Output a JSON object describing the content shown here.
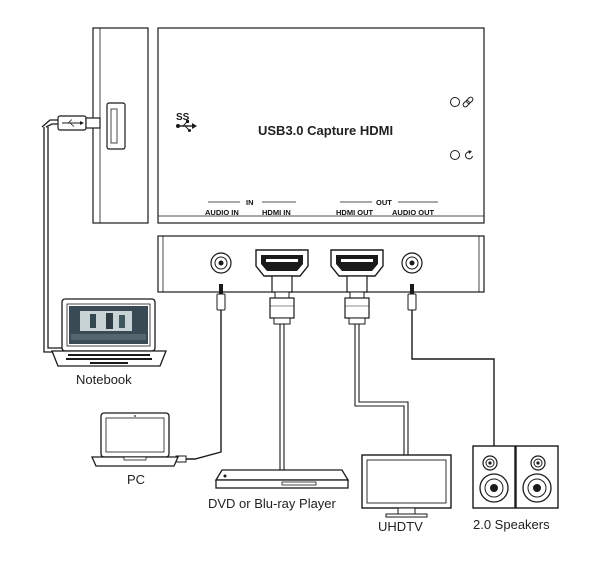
{
  "device": {
    "title": "USB3.0 Capture HDMI",
    "in_group": "IN",
    "out_group": "OUT",
    "ports": {
      "audio_in": "AUDIO IN",
      "hdmi_in": "HDMI IN",
      "hdmi_out": "HDMI OUT",
      "audio_out": "AUDIO OUT"
    }
  },
  "devices": {
    "notebook": "Notebook",
    "pc": "PC",
    "player": "DVD or Blu-ray Player",
    "tv": "UHDTV",
    "speakers": "2.0 Speakers"
  },
  "colors": {
    "line": "#1a1a1a",
    "fill": "#ffffff",
    "screen": "#3a4a54"
  }
}
